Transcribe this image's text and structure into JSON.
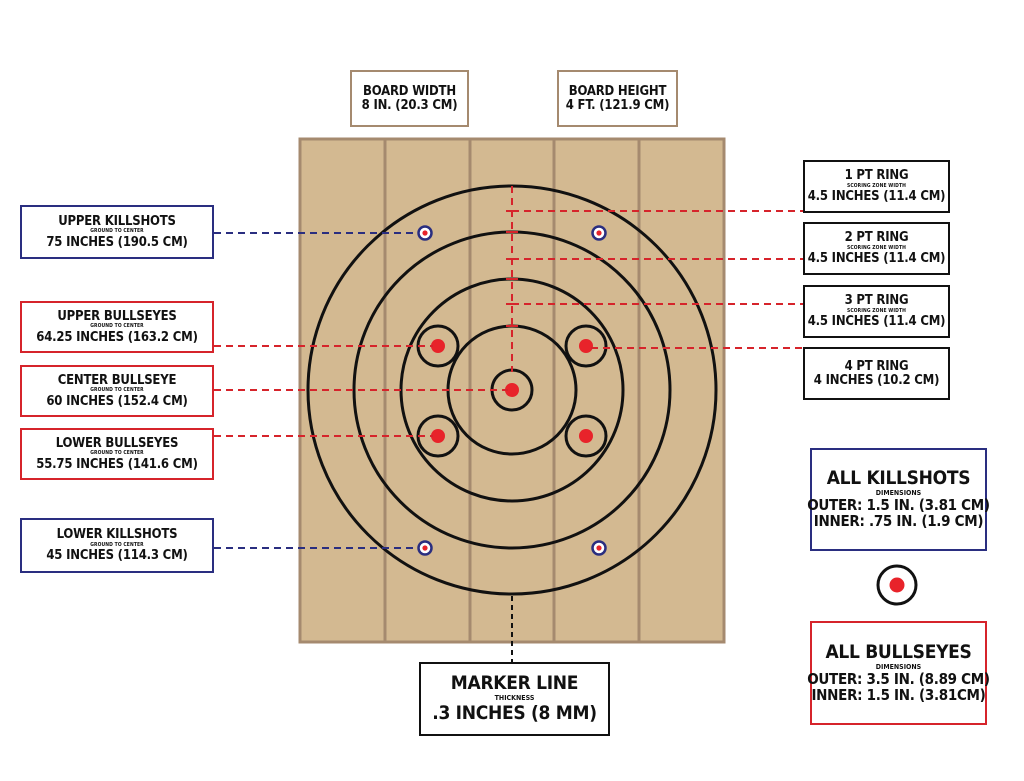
{
  "board_width": {
    "title": "BOARD WIDTH",
    "value": "8 IN. (20.3 CM)"
  },
  "board_height": {
    "title": "BOARD HEIGHT",
    "value": "4 FT. (121.9 CM)"
  },
  "rings": [
    {
      "title": "1 PT RING",
      "sub": "SCORING ZONE WIDTH",
      "value": "4.5 INCHES (11.4 CM)"
    },
    {
      "title": "2 PT RING",
      "sub": "SCORING ZONE WIDTH",
      "value": "4.5 INCHES (11.4 CM)"
    },
    {
      "title": "3 PT RING",
      "sub": "SCORING ZONE WIDTH",
      "value": "4.5 INCHES (11.4 CM)"
    },
    {
      "title": "4 PT RING",
      "sub": "",
      "value": "4 INCHES (10.2 CM)"
    }
  ],
  "upper_killshots": {
    "title": "UPPER KILLSHOTS",
    "sub": "GROUND TO CENTER",
    "value": "75 INCHES (190.5 CM)"
  },
  "upper_bullseyes": {
    "title": "UPPER BULLSEYES",
    "sub": "GROUND TO CENTER",
    "value": "64.25 INCHES (163.2 CM)"
  },
  "center_bullseye": {
    "title": "CENTER BULLSEYE",
    "sub": "GROUND TO CENTER",
    "value": "60 INCHES (152.4 CM)"
  },
  "lower_bullseyes": {
    "title": "LOWER BULLSEYES",
    "sub": "GROUND TO CENTER",
    "value": "55.75 INCHES (141.6 CM)"
  },
  "lower_killshots": {
    "title": "LOWER KILLSHOTS",
    "sub": "GROUND TO CENTER",
    "value": "45 INCHES (114.3 CM)"
  },
  "all_killshots": {
    "title": "ALL KILLSHOTS",
    "sub": "DIMENSIONS",
    "outer": "OUTER: 1.5 IN. (3.81 CM)",
    "inner": "INNER: .75 IN. (1.9 CM)"
  },
  "all_bullseyes": {
    "title": "ALL BULLSEYES",
    "sub": "DIMENSIONS",
    "outer": "OUTER: 3.5 IN. (8.89 CM)",
    "inner": "INNER: 1.5 IN. (3.81CM)"
  },
  "marker_line": {
    "title": "MARKER LINE",
    "sub": "THICKNESS",
    "value": ".3 INCHES (8 MM)"
  },
  "colors": {
    "board": "#d3b991",
    "board_edge": "#a58a6f",
    "ring": "#111111",
    "red": "#e8232a",
    "navy": "#2a2e80",
    "red_border": "#d6242b"
  }
}
